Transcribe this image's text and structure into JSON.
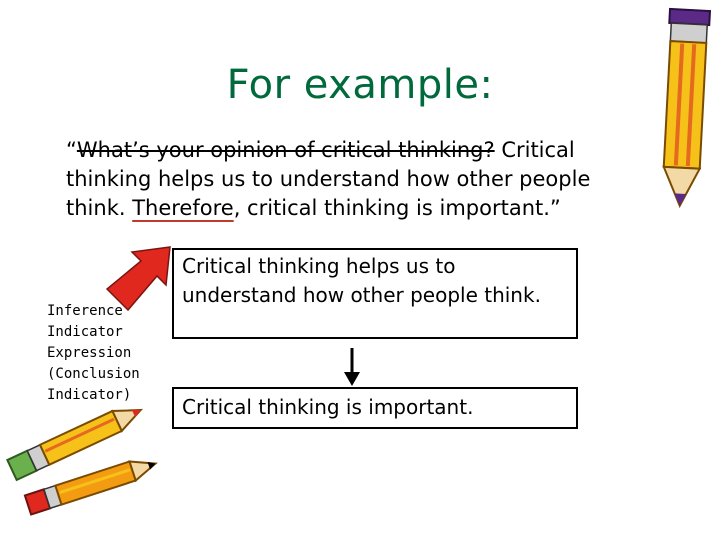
{
  "title": "For example:",
  "quote": {
    "open_quote": "“",
    "struck_text": "What’s your opinion of critical thinking?",
    "after_struck": " Critical",
    "line2": "thinking helps us to understand how other people",
    "line3_before": "think. ",
    "indicator_word": "Therefore",
    "line3_after": ", critical thinking is important.”"
  },
  "indicator_label": [
    "Inference",
    "Indicator",
    "Expression",
    "(Conclusion",
    "Indicator)"
  ],
  "premise_box": "Critical thinking helps us to understand how other people think.",
  "conclusion_box": "Critical thinking is important.",
  "colors": {
    "title": "#006a3c",
    "arrow_red": "#e0281e",
    "pencil_yellow": "#f6c21a",
    "pencil_orange": "#e56a1f",
    "pencil_purple": "#5b2a86"
  },
  "icons": [
    "red-arrow-icon",
    "down-arrow-icon",
    "pencil-icon"
  ]
}
